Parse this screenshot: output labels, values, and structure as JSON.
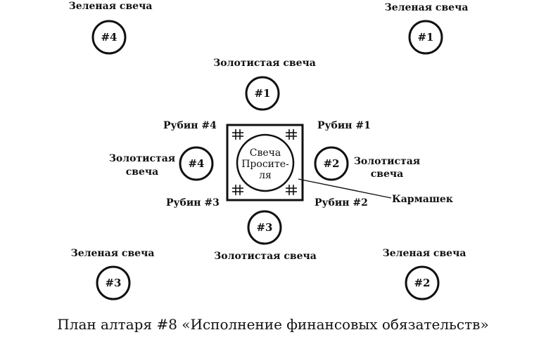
{
  "green_candles": {
    "label": "Зеленая свеча",
    "numbers": [
      "#4",
      "#1",
      "#3",
      "#2"
    ]
  },
  "gold_candles": {
    "label": "Золотистая свеча",
    "label_line1": "Золотистая",
    "label_line2": "свеча",
    "numbers": [
      "#1",
      "#2",
      "#3",
      "#4"
    ]
  },
  "rubies": [
    "Рубин #1",
    "Рубин #2",
    "Рубин #3",
    "Рубин #4"
  ],
  "center": {
    "line1": "Свеча",
    "line2": "Просите-",
    "line3": "ля"
  },
  "pocket_label": "Кармашек",
  "caption": "План алтаря #8 «Исполнение финансовых обязательств»",
  "colors": {
    "ink": "#111111",
    "background": "#ffffff"
  }
}
